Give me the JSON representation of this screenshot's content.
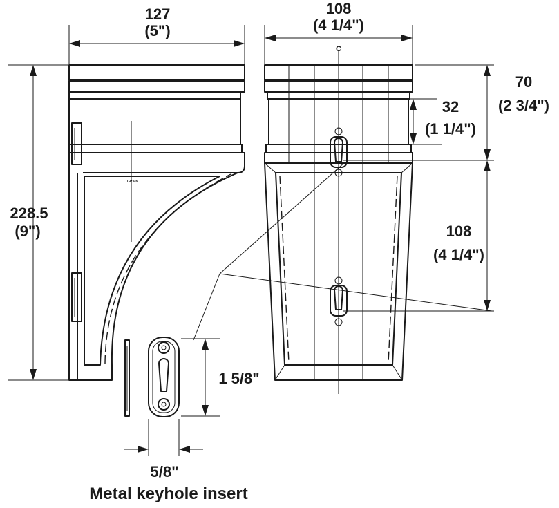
{
  "dimensions": {
    "side_width_mm": "127",
    "side_width_in": "(5\")",
    "front_width_mm": "108",
    "front_width_in": "(4 1/4\")",
    "height_mm": "228.5",
    "height_in": "(9\")",
    "top_block_mm": "70",
    "top_block_in": "(2 3/4\")",
    "keyhole_offset_mm": "32",
    "keyhole_offset_in": "(1 1/4\")",
    "keyhole_spacing_mm": "108",
    "keyhole_spacing_in": "(4 1/4\")",
    "insert_height": "1 5/8\"",
    "insert_width": "5/8\""
  },
  "labels": {
    "grain": "GRAIN",
    "centerline": "C",
    "caption": "Metal keyhole insert"
  },
  "colors": {
    "line": "#1a1a1a",
    "background": "#ffffff"
  }
}
